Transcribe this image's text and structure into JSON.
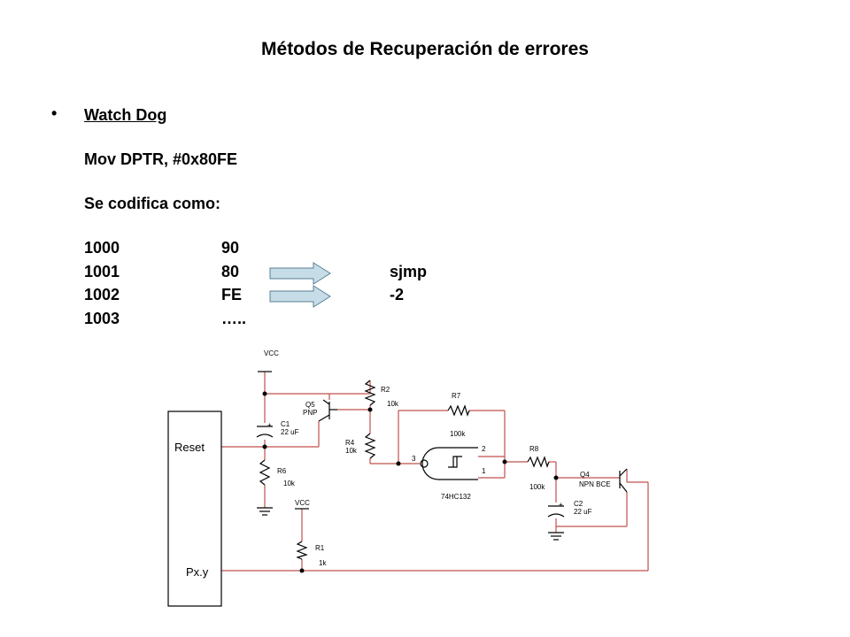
{
  "slide": {
    "title": "Métodos de Recuperación de errores",
    "bullet_symbol": "•",
    "heading": "Watch Dog",
    "code_line": "Mov DPTR, #0x80FE",
    "description": "Se codifica como:",
    "rows": [
      {
        "address": "1000",
        "value": "90",
        "instruction": ""
      },
      {
        "address": "1001",
        "value": "80",
        "instruction": "sjmp"
      },
      {
        "address": "1002",
        "value": "FE",
        "instruction": "-2"
      },
      {
        "address": "1003",
        "value": "…..",
        "instruction": ""
      }
    ]
  },
  "schematic": {
    "block_reset": "Reset",
    "block_pxy": "Px.y",
    "vcc_top": "VCC",
    "vcc_bottom": "VCC",
    "q5_name": "Q5",
    "q5_type": "PNP",
    "c1_name": "C1",
    "c1_value": "22 uF",
    "r2_name": "R2",
    "r2_value": "10k",
    "r4_name": "R4",
    "r4_value": "10k",
    "r6_name": "R6",
    "r6_value": "10k",
    "r7_name": "R7",
    "r7_value": "100k",
    "r1_name": "R1",
    "r1_value": "1k",
    "r8_name": "R8",
    "r8_value": "100k",
    "gate_pin3": "3",
    "gate_pin2": "2",
    "gate_pin1": "1",
    "gate_part": "74HC132",
    "q4_name": "Q4",
    "q4_type": "NPN BCE",
    "c2_name": "C2",
    "c2_value": "22 uF",
    "cap_plus": "+",
    "colors": {
      "wire": "#c0504d",
      "component": "#000000"
    }
  }
}
